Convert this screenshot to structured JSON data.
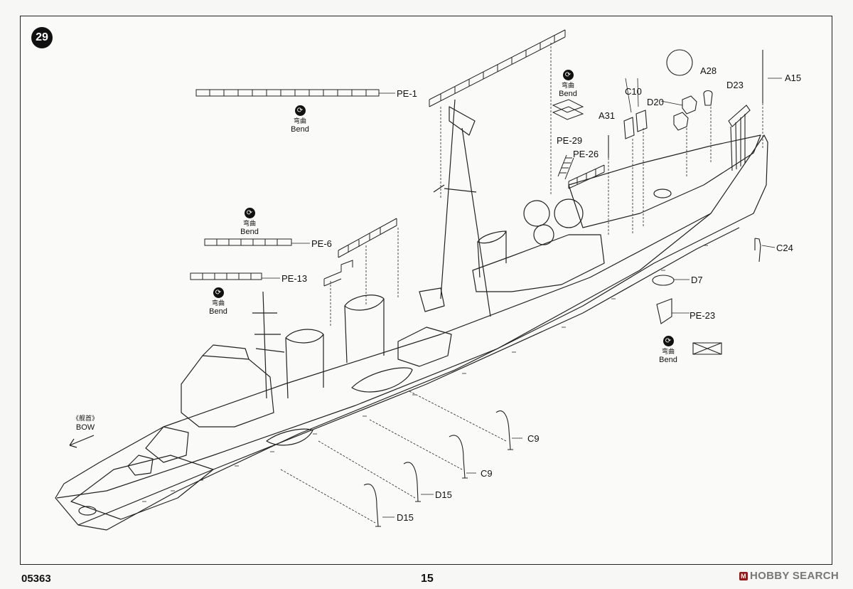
{
  "step_number": "29",
  "page_code": "05363",
  "page_number": "15",
  "watermark": "HOBBY SEARCH",
  "bow_label": {
    "zh": "《舰首》",
    "en": "BOW"
  },
  "bend_label": {
    "zh": "弯曲",
    "en": "Bend"
  },
  "parts": {
    "pe1": "PE-1",
    "pe6": "PE-6",
    "pe13": "PE-13",
    "pe29": "PE-29",
    "pe26": "PE-26",
    "pe23": "PE-23",
    "a31": "A31",
    "c10": "C10",
    "d20": "D20",
    "a28": "A28",
    "d23": "D23",
    "a15": "A15",
    "c24": "C24",
    "d7": "D7",
    "c9a": "C9",
    "c9b": "C9",
    "d15a": "D15",
    "d15b": "D15"
  },
  "icons": {
    "bend": "bend-icon",
    "arrow": "bow-arrow-icon"
  }
}
